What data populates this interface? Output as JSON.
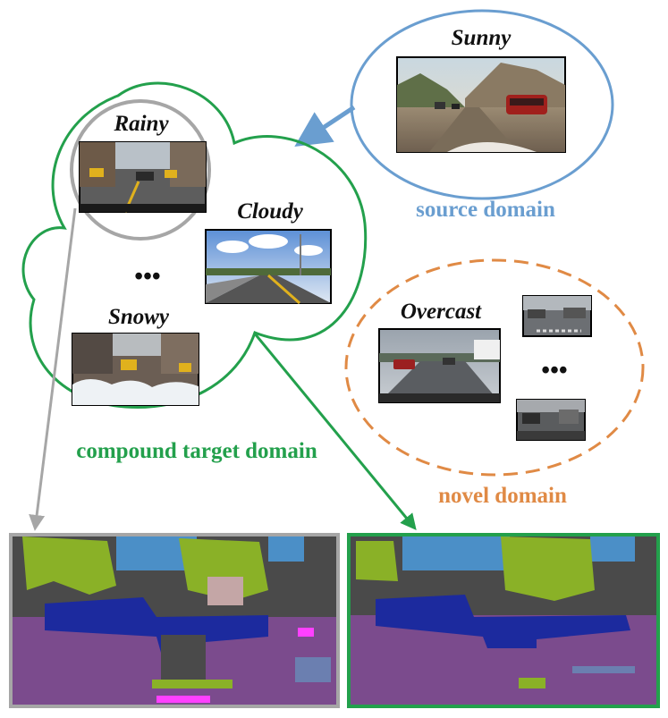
{
  "source": {
    "weather_label": "Sunny",
    "domain_label": "source domain",
    "color": "#6a9ed0"
  },
  "compound": {
    "weather_labels": [
      "Rainy",
      "Cloudy",
      "Snowy"
    ],
    "ellipsis": "•••",
    "domain_label": "compound target domain",
    "color": "#23a04c",
    "rainy_circle_color": "#a6a6a6"
  },
  "novel": {
    "weather_label": "Overcast",
    "ellipsis": "•••",
    "domain_label": "novel domain",
    "color": "#e08a45"
  },
  "segmentation": {
    "left_frame_color": "#a6a6a6",
    "right_frame_color": "#23a04c",
    "class_colors": {
      "road": "#7b4b8d",
      "sky": "#4b8fc7",
      "vegetation": "#8ab127",
      "building": "#4a4a4a",
      "car": "#1c2a9e",
      "terrain": "#c4a6a6",
      "sign": "#ff40ff",
      "pole": "#808080"
    }
  }
}
